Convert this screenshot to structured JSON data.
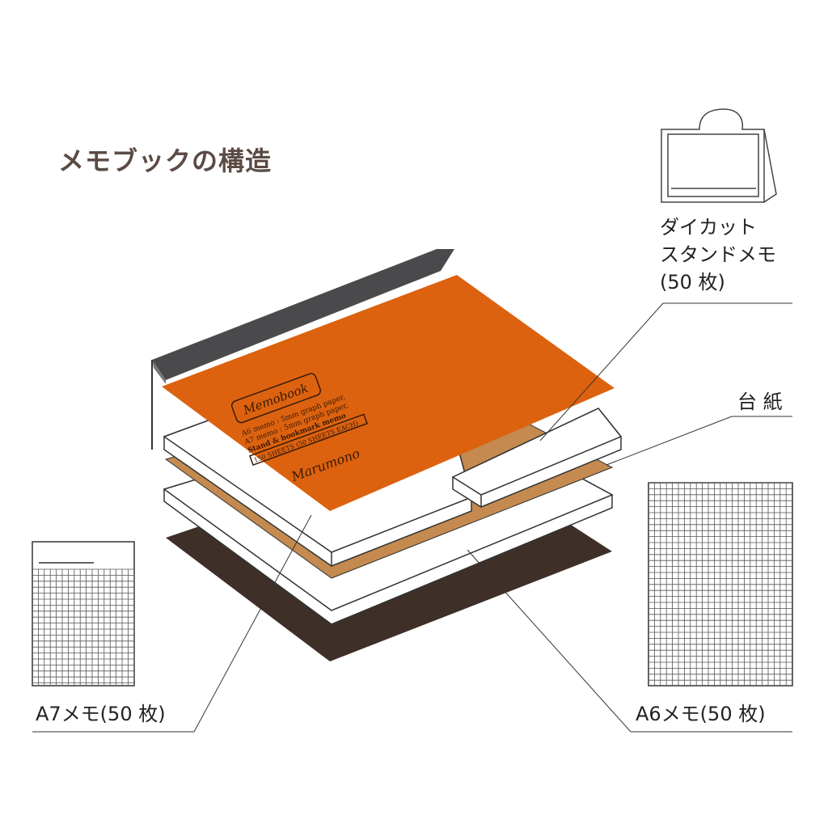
{
  "title": "メモブックの構造",
  "labels": {
    "diecut_line1": "ダイカット",
    "diecut_line2": "スタンドメモ",
    "diecut_line3": "(50 枚)",
    "board": "台 紙",
    "a7": "A7メモ(50 枚)",
    "a6": "A6メモ(50 枚)"
  },
  "cover_logo_text": [
    "Memobook",
    "A6 memo : 5mm graph paper,",
    "A7 memo : 5mm graph paper,",
    "Stand & bookmark memo",
    "150 SHEETS (50 SHEETS EACH)",
    "Marumono"
  ],
  "colors": {
    "cover": "#dc620f",
    "stand": "#4a4a4c",
    "kraft": "#c48a4f",
    "base": "#3e2f28",
    "title": "#5b4b44"
  }
}
